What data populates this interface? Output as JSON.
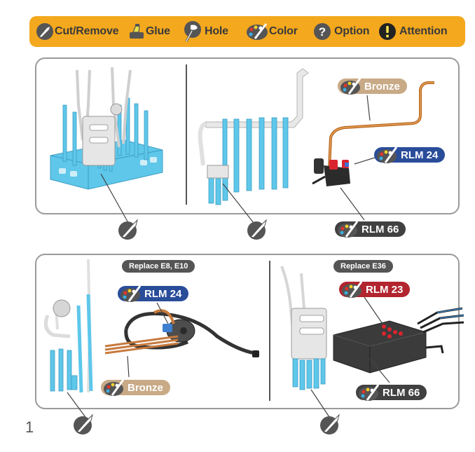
{
  "legend": {
    "items": [
      {
        "icon": "knife-icon",
        "label": "Cut/Remove"
      },
      {
        "icon": "glue-icon",
        "label": "Glue"
      },
      {
        "icon": "drill-icon",
        "label": "Hole"
      },
      {
        "icon": "palette-icon",
        "label": "Color"
      },
      {
        "icon": "question-icon",
        "label": "Option"
      },
      {
        "icon": "exclamation-icon",
        "label": "Attention"
      }
    ]
  },
  "colors": {
    "legend_bg": "#f4a81d",
    "bronze": "#c8aa87",
    "rlm24": "#2a4d9a",
    "rlm23": "#b2252f",
    "rlm66": "#414141",
    "part_blue": "#5ec7ea",
    "part_white": "#e4e4e4"
  },
  "step1": {
    "tags": {
      "bronze": "Bronze",
      "rlm24": "RLM 24",
      "rlm66": "RLM 66"
    }
  },
  "step2": {
    "replace_left": "Replace E8, E10",
    "replace_right": "Replace E36",
    "tags": {
      "rlm24": "RLM 24",
      "bronze": "Bronze",
      "rlm23": "RLM 23",
      "rlm66": "RLM 66"
    }
  },
  "page_number": "1"
}
